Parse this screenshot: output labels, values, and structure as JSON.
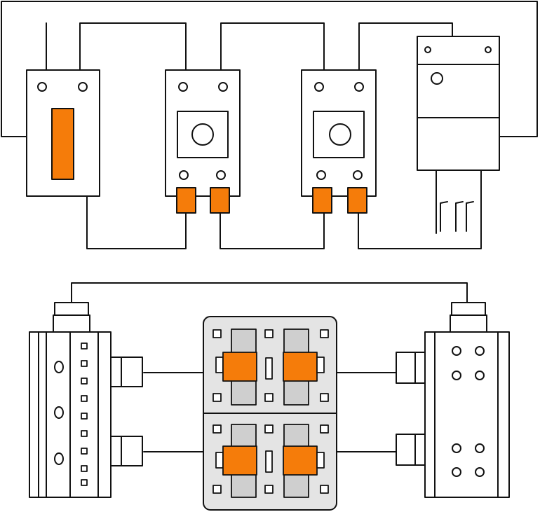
{
  "diagram": {
    "kind": "wiring-illustration",
    "text_labels": [],
    "colors": {
      "line": "#111111",
      "fill": "#ffffff",
      "accent": "#f57c0a",
      "panel": "#e4e4e4",
      "block": "#cfcfcf"
    },
    "top_row": {
      "components": [
        {
          "id": "switch-module",
          "icon": "toggle-switch-icon"
        },
        {
          "id": "relay-module-1",
          "icon": "relay-icon"
        },
        {
          "id": "relay-module-2",
          "icon": "relay-icon"
        },
        {
          "id": "power-adapter",
          "icon": "plug-icon"
        }
      ]
    },
    "bottom_row": {
      "components": [
        {
          "id": "left-terminal-block",
          "icon": "terminal-block-icon"
        },
        {
          "id": "center-breaker-panel",
          "icon": "breaker-panel-icon"
        },
        {
          "id": "right-terminal-block",
          "icon": "terminal-block-icon"
        }
      ]
    }
  }
}
